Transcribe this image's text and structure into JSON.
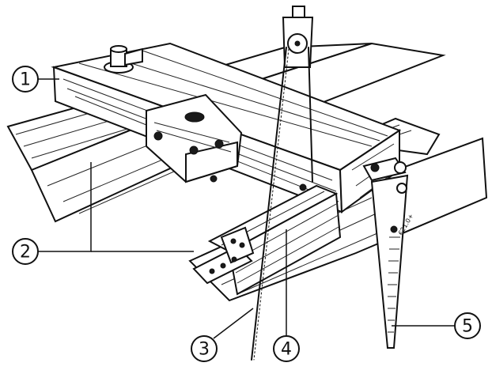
{
  "callouts": [
    {
      "id": "1",
      "label": "1"
    },
    {
      "id": "2",
      "label": "2"
    },
    {
      "id": "3",
      "label": "3"
    },
    {
      "id": "4",
      "label": "4"
    },
    {
      "id": "5",
      "label": "5"
    }
  ],
  "scale_marking": "€21.0+",
  "colors": {
    "ink": "#111111",
    "paper": "#ffffff"
  }
}
